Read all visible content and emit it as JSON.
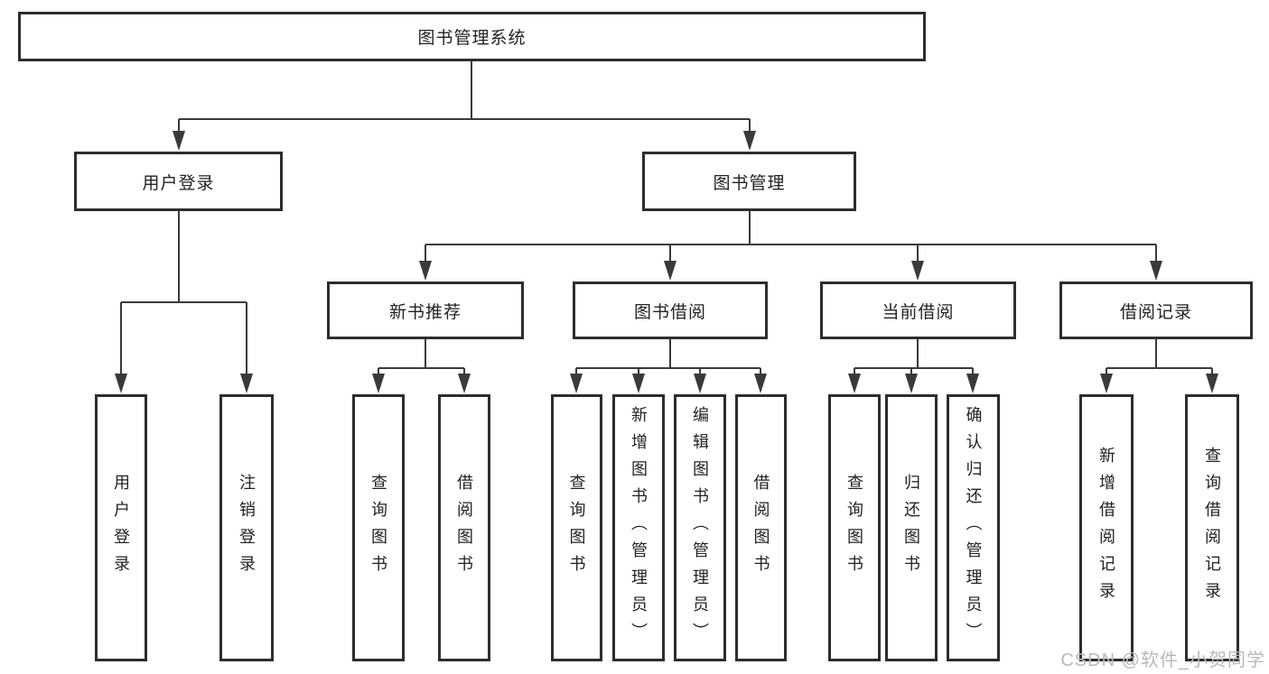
{
  "diagram": {
    "title": "图书管理系统",
    "tree": {
      "label": "图书管理系统",
      "children": [
        {
          "label": "用户登录",
          "children": [
            {
              "label": "用户登录"
            },
            {
              "label": "注销登录"
            }
          ]
        },
        {
          "label": "图书管理",
          "children": [
            {
              "label": "新书推荐",
              "children": [
                {
                  "label": "查询图书"
                },
                {
                  "label": "借阅图书"
                }
              ]
            },
            {
              "label": "图书借阅",
              "children": [
                {
                  "label": "查询图书"
                },
                {
                  "label": "新增图书（管理员）"
                },
                {
                  "label": "编辑图书（管理员）"
                },
                {
                  "label": "借阅图书"
                }
              ]
            },
            {
              "label": "当前借阅",
              "children": [
                {
                  "label": "查询图书"
                },
                {
                  "label": "归还图书"
                },
                {
                  "label": "确认归还（管理员）"
                }
              ]
            },
            {
              "label": "借阅记录",
              "children": [
                {
                  "label": "新增借阅记录"
                },
                {
                  "label": "查询借阅记录"
                }
              ]
            }
          ]
        }
      ]
    },
    "colors": {
      "line": "#3a3a3a",
      "box_border": "#2d2d2d",
      "box_fill": "#ffffff",
      "text": "#222222",
      "watermark": "#b9b9b9",
      "background": "#ffffff"
    }
  },
  "watermark": {
    "text": "CSDN @软件_小贺同学"
  }
}
